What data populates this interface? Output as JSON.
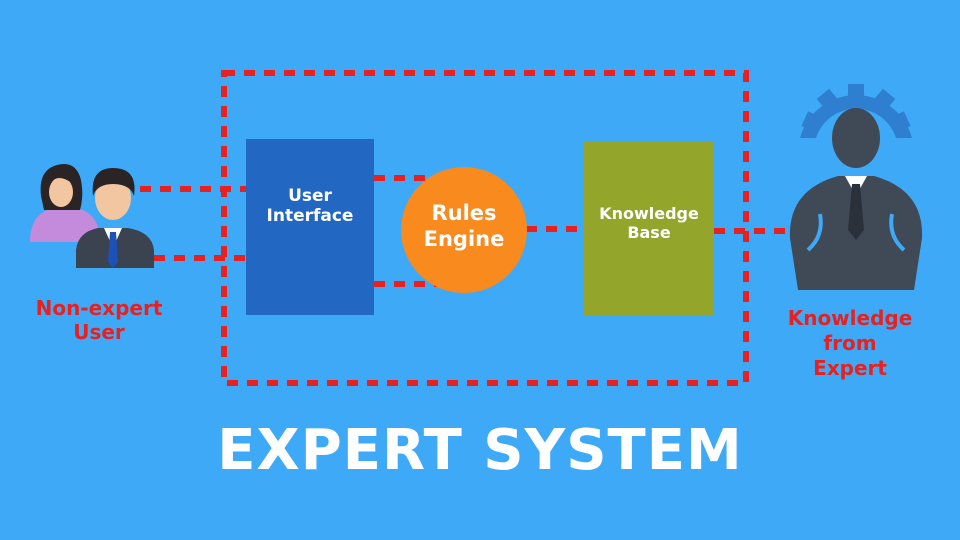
{
  "title": "EXPERT SYSTEM",
  "components": {
    "user_interface": "User\nInterface",
    "rules_engine": "Rules\nEngine",
    "knowledge_base": "Knowledge\nBase"
  },
  "actors": {
    "user": "Non-expert\nUser",
    "expert": "Knowledge\nfrom\nExpert"
  },
  "colors": {
    "background": "#3eaaf7",
    "dashed_line": "#e8201f",
    "user_interface_box": "#2267c2",
    "rules_engine_circle": "#f88a1e",
    "knowledge_base_box": "#93a52a",
    "gear": "#2f7fd0",
    "expert_silhouette": "#404a56"
  },
  "icons": [
    "users-icon",
    "expert-with-gear-icon"
  ]
}
